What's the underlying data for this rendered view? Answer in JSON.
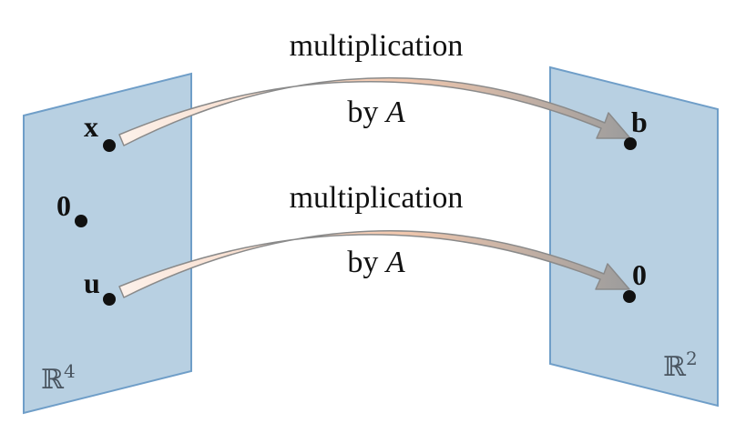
{
  "domain_space": {
    "label_base": "ℝ",
    "label_exponent": "4",
    "points": [
      {
        "label": "x"
      },
      {
        "label": "0"
      },
      {
        "label": "u"
      }
    ]
  },
  "codomain_space": {
    "label_base": "ℝ",
    "label_exponent": "2",
    "points": [
      {
        "label": "b"
      },
      {
        "label": "0"
      }
    ]
  },
  "mappings": [
    {
      "line1": "multiplication",
      "line2_prefix": "by ",
      "line2_var": "A",
      "from": "x",
      "to": "b"
    },
    {
      "line1": "multiplication",
      "line2_prefix": "by ",
      "line2_var": "A",
      "from": "u",
      "to": "0"
    }
  ],
  "colors": {
    "plane_fill": "#b8d0e2",
    "plane_stroke": "#6f9ec8",
    "arrow_start": "#fdf1ea",
    "arrow_mid": "#f2c8ae",
    "arrow_end": "#9c9c9c",
    "arrow_stroke": "#8a8a8a",
    "dot": "#111111"
  }
}
